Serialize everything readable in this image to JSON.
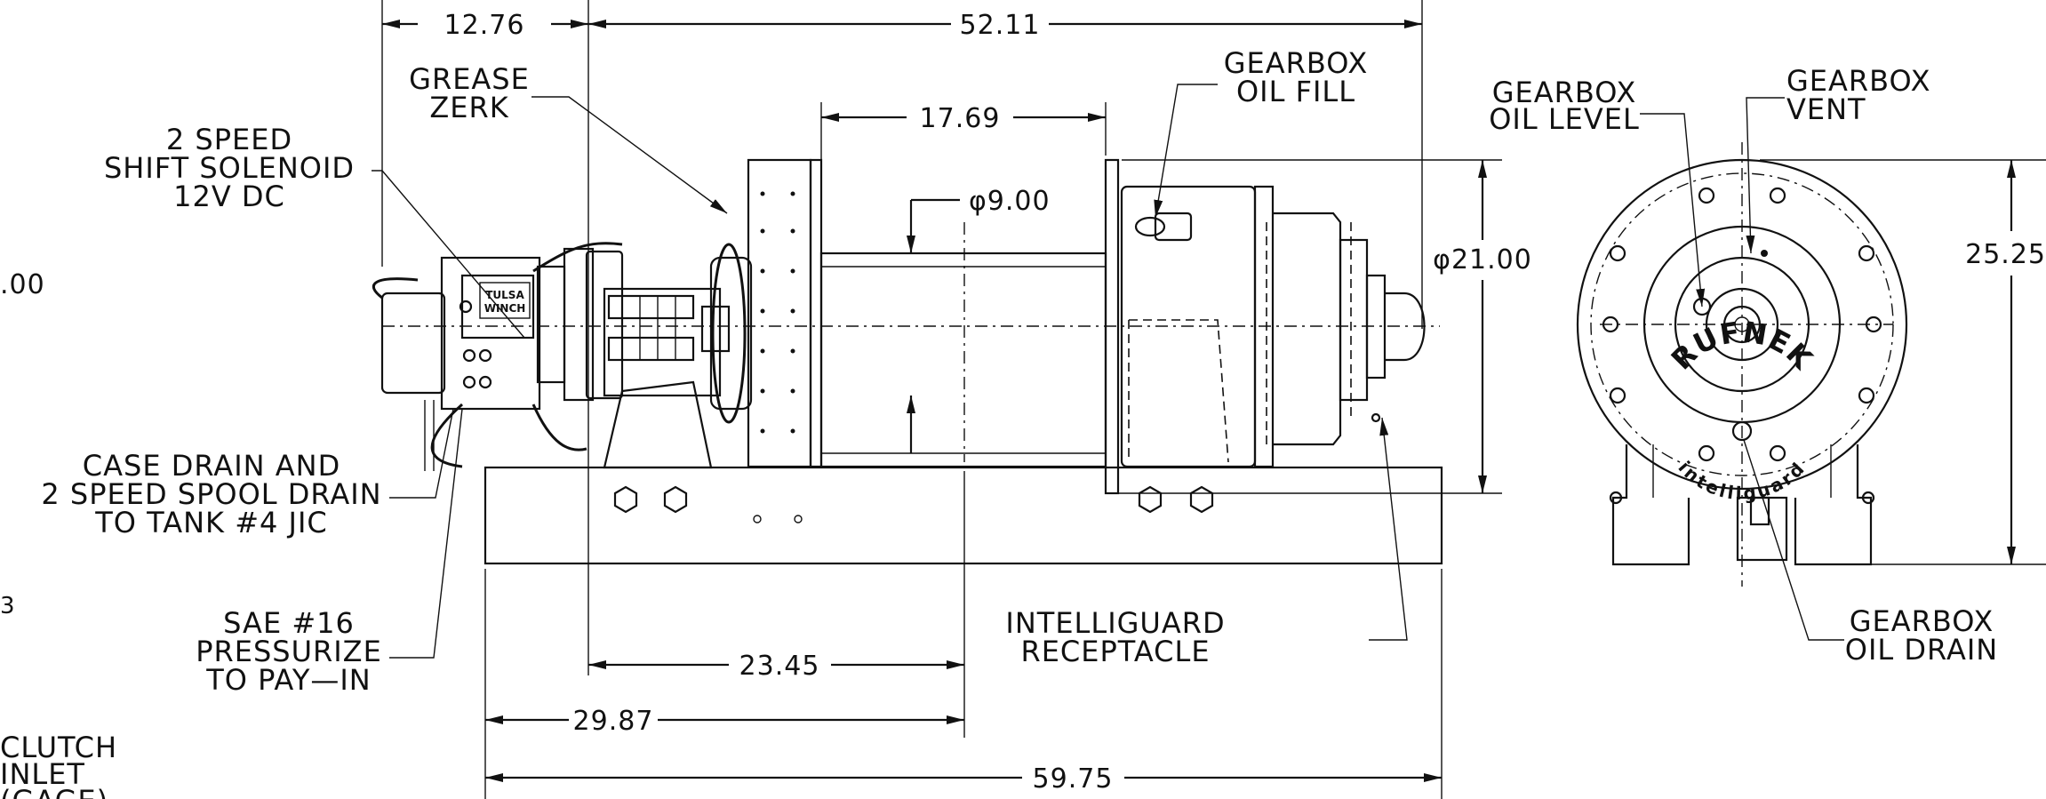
{
  "labels": {
    "grease_zerk": [
      "GREASE",
      "ZERK"
    ],
    "shift_solenoid": [
      "2 SPEED",
      "SHIFT SOLENOID",
      "12V DC"
    ],
    "case_drain": [
      "CASE DRAIN AND",
      "2 SPEED SPOOL DRAIN",
      "TO TANK #4 JIC"
    ],
    "pressurize": [
      "SAE #16",
      "PRESSURIZE",
      "TO PAY—IN"
    ],
    "clutch_inlet": [
      "CLUTCH",
      "INLET",
      "(GAGE)"
    ],
    "gearbox_oil_fill": [
      "GEARBOX",
      "OIL FILL"
    ],
    "gearbox_oil_level": [
      "GEARBOX",
      "OIL LEVEL"
    ],
    "gearbox_vent": [
      "GEARBOX",
      "VENT"
    ],
    "gearbox_oil_drain": [
      "GEARBOX",
      "OIL DRAIN"
    ],
    "intelliguard_receptacle": [
      "INTELLIGUARD",
      "RECEPTACLE"
    ],
    "left_partial_value": ".00",
    "left_partial_small": "3"
  },
  "dimensions": {
    "top_left": "12.76",
    "top_overall": "52.11",
    "drum_width": "17.69",
    "drum_dia": "φ9.00",
    "flange_dia": "φ21.00",
    "side_height": "25.25",
    "mount_a": "23.45",
    "mount_b": "29.87",
    "base_length": "59.75"
  },
  "nameplate": {
    "brand_line1": "TULSA",
    "brand_line2": "WINCH",
    "ring_top": "RUFNEK",
    "ring_bottom": "intelliguard"
  }
}
